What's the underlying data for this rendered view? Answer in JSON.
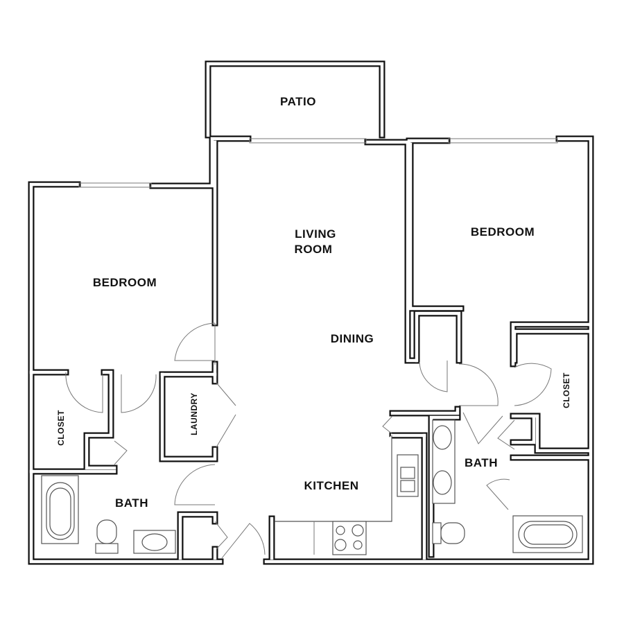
{
  "rooms": {
    "patio": "PATIO",
    "living_line1": "LIVING",
    "living_line2": "ROOM",
    "bedroom_left": "BEDROOM",
    "bedroom_right": "BEDROOM",
    "dining": "DINING",
    "kitchen": "KITCHEN",
    "bath_left": "BATH",
    "bath_right": "BATH",
    "closet_left": "CLOSET",
    "closet_right": "CLOSET",
    "laundry": "LAUNDRY"
  }
}
